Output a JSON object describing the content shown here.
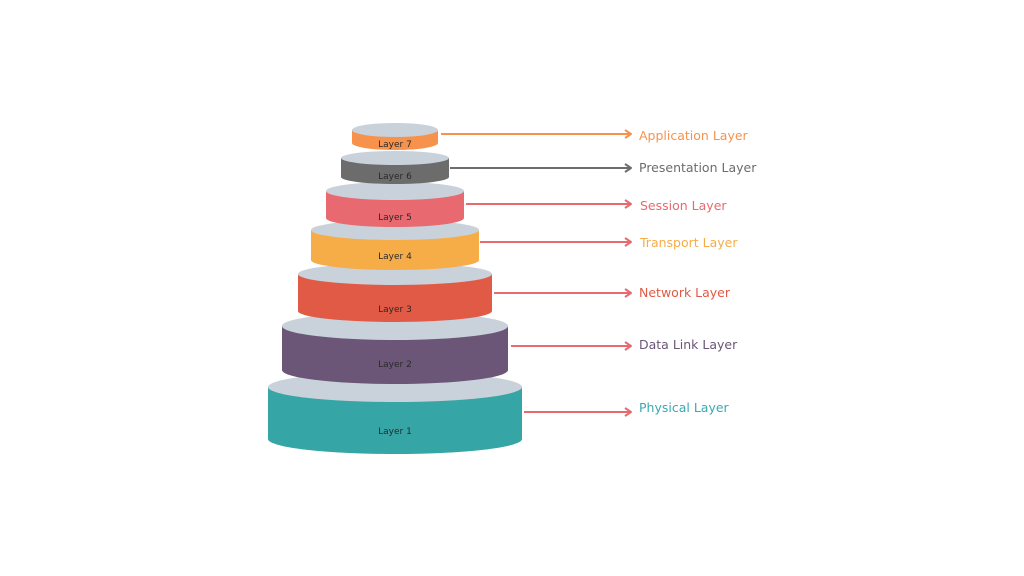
{
  "title": "OSI Model Layers",
  "top_face_color": "#c9d1da",
  "arrow_color_default": "#e76a6f",
  "layers": [
    {
      "number": 1,
      "cylinder_label": "Layer 1",
      "name": "Physical Layer",
      "color": "#35a5a5",
      "label_color": "#3aa9b0",
      "arrow_color": "#e76a6f"
    },
    {
      "number": 2,
      "cylinder_label": "Layer 2",
      "name": "Data Link Layer",
      "color": "#6b5678",
      "label_color": "#6b5678",
      "arrow_color": "#e76a6f"
    },
    {
      "number": 3,
      "cylinder_label": "Layer 3",
      "name": "Network Layer",
      "color": "#e05a45",
      "label_color": "#e05a45",
      "arrow_color": "#e76a6f"
    },
    {
      "number": 4,
      "cylinder_label": "Layer 4",
      "name": "Transport Layer",
      "color": "#f6ad48",
      "label_color": "#f6ad48",
      "arrow_color": "#e76a6f"
    },
    {
      "number": 5,
      "cylinder_label": "Layer 5",
      "name": "Session Layer",
      "color": "#e8696f",
      "label_color": "#e8696f",
      "arrow_color": "#e76a6f"
    },
    {
      "number": 6,
      "cylinder_label": "Layer 6",
      "name": "Presentation Layer",
      "color": "#6c6c6c",
      "label_color": "#6c6c6c",
      "arrow_color": "#6c6c6c"
    },
    {
      "number": 7,
      "cylinder_label": "Layer 7",
      "name": "Application Layer",
      "color": "#f7924c",
      "label_color": "#f7924c",
      "arrow_color": "#f7924c"
    }
  ]
}
